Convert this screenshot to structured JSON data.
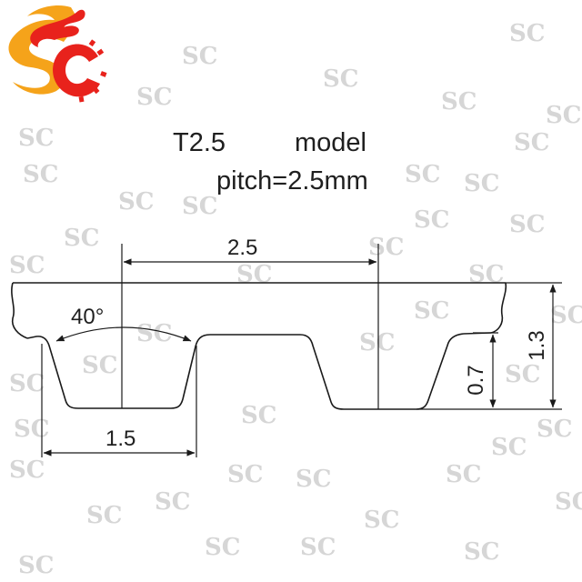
{
  "colors": {
    "line": "#1a1a1a",
    "logo_red": "#e8221c",
    "logo_orange": "#f5a31a",
    "watermark": "#d6d6d6"
  },
  "logo": {
    "text": "SC",
    "icon": "sc-dragon-logo"
  },
  "watermark": {
    "text": "SC"
  },
  "header": {
    "model_name": "T2.5",
    "model_label": "model",
    "pitch_text": "pitch=2.5mm"
  },
  "dimensions": {
    "pitch": "2.5",
    "angle": "40°",
    "tooth_width": "1.5",
    "tooth_height": "0.7",
    "belt_height": "1.3"
  }
}
